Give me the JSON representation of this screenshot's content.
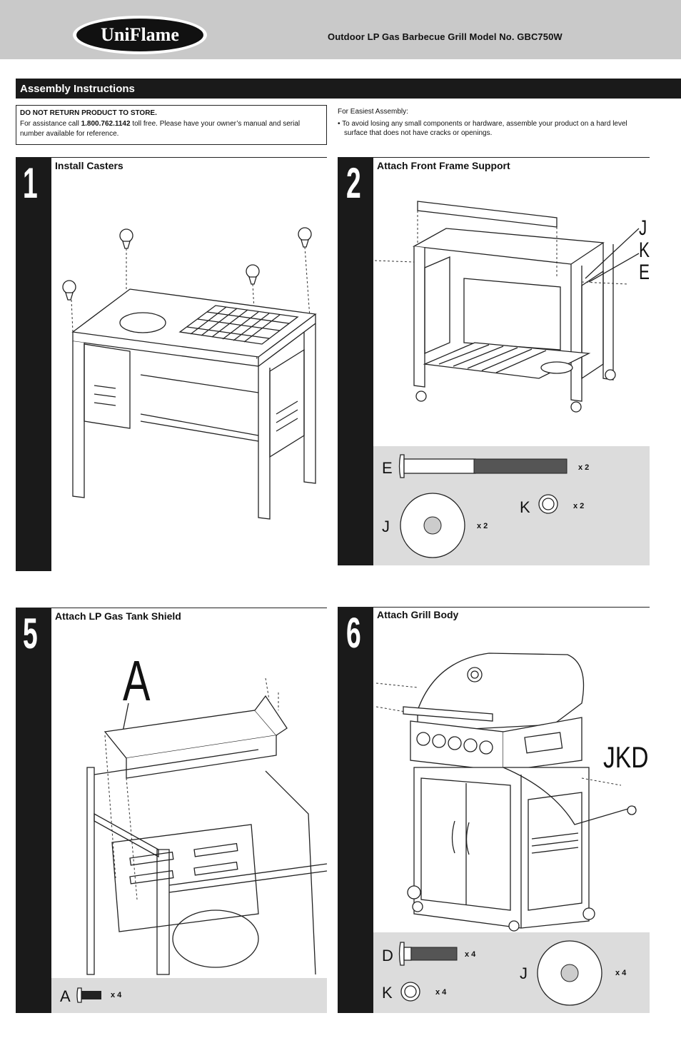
{
  "header": {
    "brand": "UniFlame",
    "title": "Outdoor LP Gas Barbecue Grill  Model No. GBC750W"
  },
  "section_title": "Assembly Instructions",
  "notice": {
    "heading": "DO NOT RETURN PRODUCT TO STORE.",
    "text_before": "For assistance call ",
    "phone": "1.800.762.1142",
    "text_after": " toll free. Please have your owner’s manual and serial number available for reference."
  },
  "easiest": {
    "heading": "For Easiest Assembly:",
    "bullet": "• To avoid losing any small components or hardware, assemble your product on a hard level surface that does not have cracks or openings."
  },
  "steps": [
    {
      "number": "1",
      "title": "Install Casters"
    },
    {
      "number": "2",
      "title": "Attach Front Frame Support",
      "callouts": [
        "J",
        "K",
        "E"
      ],
      "hardware": [
        {
          "label": "E",
          "qty": "x 2"
        },
        {
          "label": "K",
          "qty": "x 2"
        },
        {
          "label": "J",
          "qty": "x 2"
        }
      ]
    },
    {
      "number": "5",
      "title": "Attach LP Gas Tank Shield",
      "callout": "A",
      "hardware": [
        {
          "label": "A",
          "qty": "x 4"
        }
      ]
    },
    {
      "number": "6",
      "title": "Attach Grill Body",
      "callout": "JKD",
      "hardware": [
        {
          "label": "D",
          "qty": "x 4"
        },
        {
          "label": "K",
          "qty": "x 4"
        },
        {
          "label": "J",
          "qty": "x 4"
        }
      ]
    }
  ]
}
